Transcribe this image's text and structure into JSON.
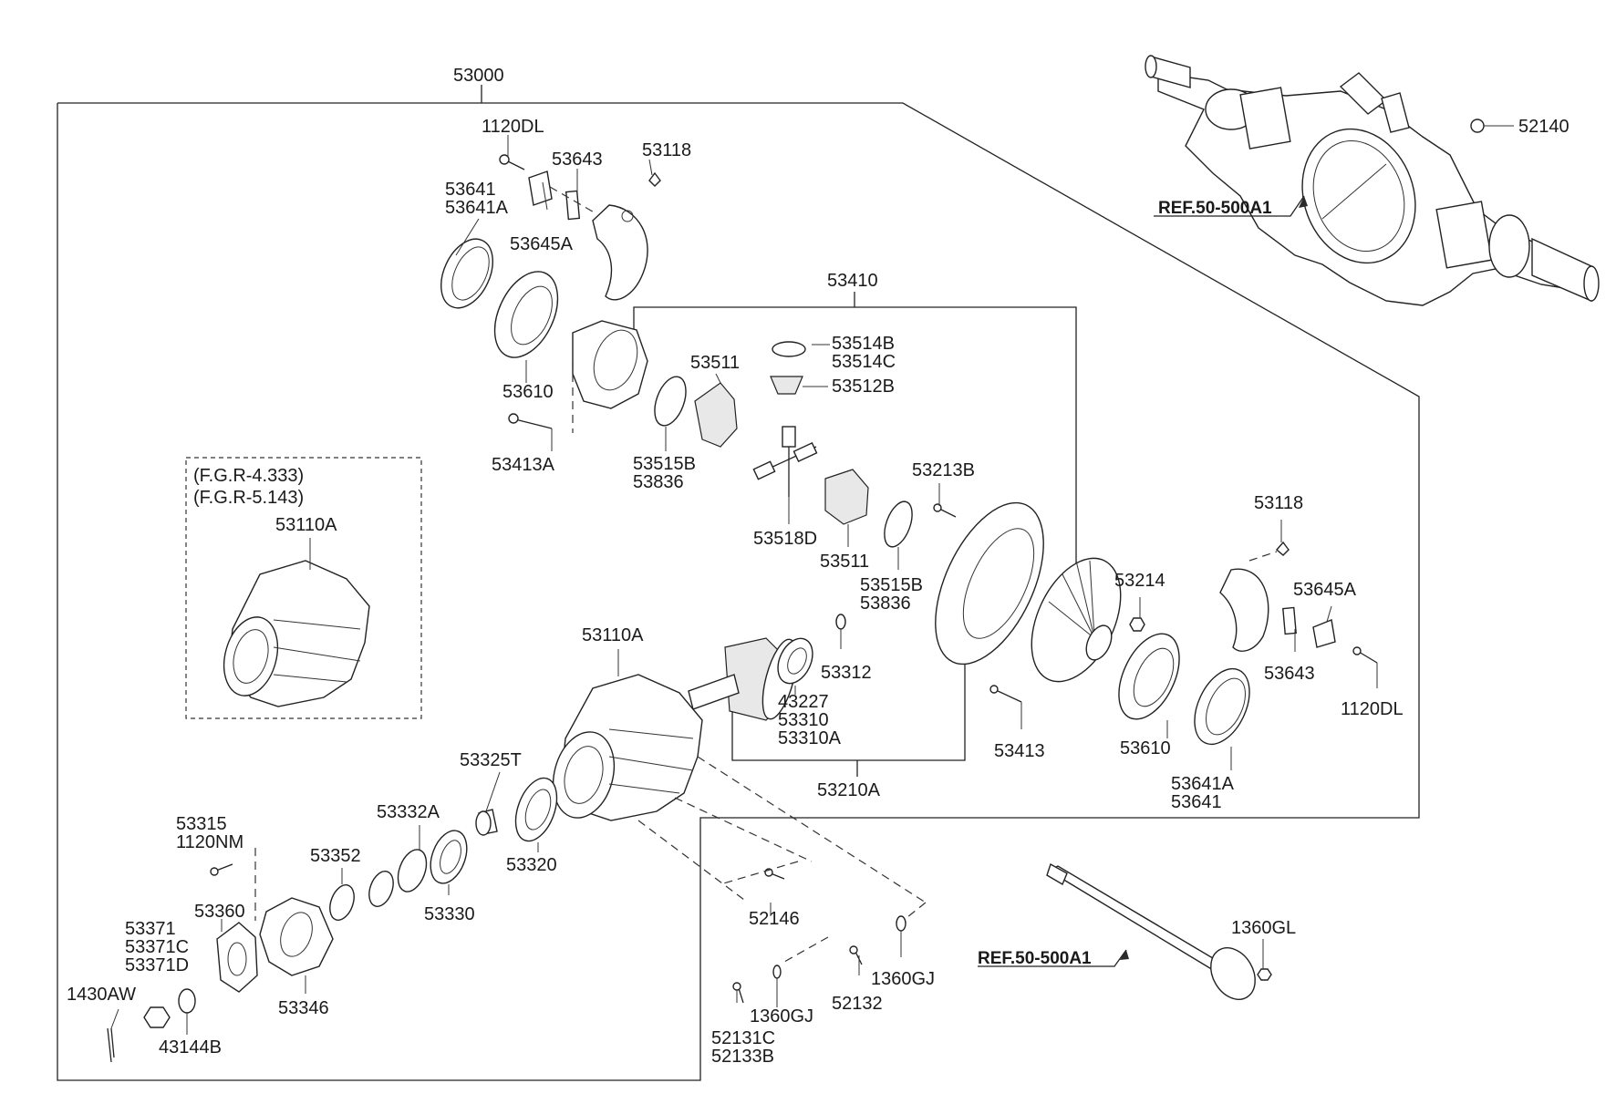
{
  "labels": {
    "l53000": "53000",
    "l1120DL_a": "1120DL",
    "l53643_a": "53643",
    "l53118_a": "53118",
    "l53641_a": "53641",
    "l53641A_a": "53641A",
    "l53645A_a": "53645A",
    "l53610_a": "53610",
    "l53413A": "53413A",
    "l53410": "53410",
    "l53514B": "53514B",
    "l53514C": "53514C",
    "l53511_a": "53511",
    "l53512B": "53512B",
    "l53515B_a": "53515B",
    "l53836_a": "53836",
    "l53518D": "53518D",
    "l53511_b": "53511",
    "l53213B": "53213B",
    "l53515B_b": "53515B",
    "l53836_b": "53836",
    "l53214": "53214",
    "l53118_b": "53118",
    "l53645A_b": "53645A",
    "l53643_b": "53643",
    "l1120DL_b": "1120DL",
    "lFGR1": "(F.G.R-4.333)",
    "lFGR2": "(F.G.R-5.143)",
    "l53110A_a": "53110A",
    "l53110A_b": "53110A",
    "l53312": "53312",
    "l43227": "43227",
    "l53310": "53310",
    "l53310A": "53310A",
    "l53210A": "53210A",
    "l53413": "53413",
    "l53610_b": "53610",
    "l53641A_b": "53641A",
    "l53641_b": "53641",
    "l53325T": "53325T",
    "l53332A": "53332A",
    "l53320": "53320",
    "l53315": "53315",
    "l1120NM": "1120NM",
    "l53352": "53352",
    "l53330": "53330",
    "l53371": "53371",
    "l53371C": "53371C",
    "l53371D": "53371D",
    "l53360": "53360",
    "l1430AW": "1430AW",
    "l53346": "53346",
    "l43144B": "43144B",
    "l52146": "52146",
    "l52131C": "52131C",
    "l52133B": "52133B",
    "l1360GJ_a": "1360GJ",
    "l52132": "52132",
    "l1360GJ_b": "1360GJ",
    "l1360GL": "1360GL",
    "l52140": "52140",
    "ref_a": "REF.50-500A1",
    "ref_b": "REF.50-500A1"
  }
}
